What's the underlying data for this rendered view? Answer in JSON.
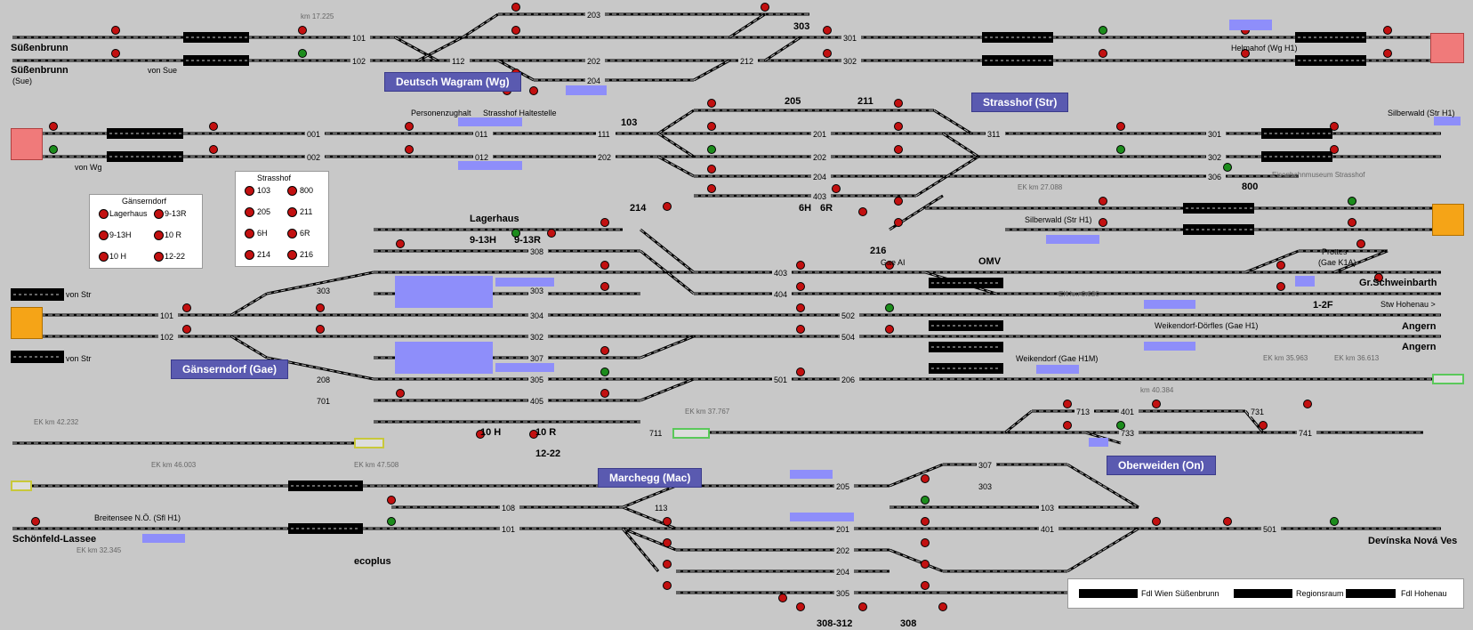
{
  "stations": [
    {
      "name": "Deutsch Wagram (Wg)"
    },
    {
      "name": "Strasshof (Str)"
    },
    {
      "name": "Gänserndorf (Gae)"
    },
    {
      "name": "Marchegg (Mac)"
    },
    {
      "name": "Oberweiden (On)"
    }
  ],
  "places": [
    "Süßenbrunn",
    "Süßenbrunn",
    "(Sue)",
    "von Sue",
    "von Wg",
    "Helmahof (Wg H1)",
    "Silberwald (Str H1)",
    "Silberwald (Str H1)",
    "Personenzughalt",
    "Strasshof Haltestelle",
    "Eisenbahnmuseum Strasshof",
    "Prottes",
    "(Gae K1A)",
    "Gr.Schweinbarth",
    "Stw Hohenau >",
    "Angern",
    "Angern",
    "Weikendorf-Dörfles (Gae H1)",
    "Weikendorf (Gae H1M)",
    "Gae AI",
    "OMV",
    "von Str",
    "von Str",
    "Lagerhaus",
    "Breitensee N.Ö. (Sfl H1)",
    "Schönfeld-Lassee",
    "ecoplus",
    "Devínska Nová Ves",
    "9-13H",
    "9-13R",
    "10 H",
    "10 R",
    "12-22",
    "1-2F",
    "6H",
    "6R",
    "214",
    "216",
    "211",
    "205",
    "103",
    "800",
    "303",
    "308-312",
    "308"
  ],
  "km_markers": [
    "km 17.225",
    "EK km 27.088",
    "EK km 3.020",
    "EK km 35.963",
    "EK km 36.613",
    "EK km 42.232",
    "EK km 37.767",
    "km 40.384",
    "EK km 46.003",
    "EK km 47.508",
    "EK km 32.345"
  ],
  "tracks": [
    "101",
    "102",
    "112",
    "113",
    "203",
    "202",
    "212",
    "204",
    "301",
    "302",
    "001",
    "002",
    "011",
    "012",
    "111",
    "201",
    "204",
    "306",
    "311",
    "305",
    "303",
    "304",
    "307",
    "308",
    "405",
    "403",
    "404",
    "501",
    "502",
    "504",
    "206",
    "208",
    "701",
    "711",
    "713",
    "731",
    "733",
    "741",
    "401",
    "103",
    "108",
    "205"
  ],
  "legend_gaenserndorf": {
    "title": "Gänserndorf",
    "items": [
      "Lagerhaus",
      "9-13R",
      "9-13H",
      "10 R",
      "10 H",
      "12-22"
    ]
  },
  "legend_strasshof": {
    "title": "Strasshof",
    "items": [
      "103",
      "800",
      "205",
      "211",
      "6H",
      "6R",
      "214",
      "216"
    ]
  },
  "bottom_legend": [
    "Fdl Wien Süßenbrunn",
    "Regionsraum",
    "Fdl Hohenau"
  ],
  "colors": {
    "background": "#c8c8c8",
    "track": "#000000",
    "station_box": "#5a5ab0",
    "occupied": "#8e8efa",
    "signal_red": "#c21010",
    "signal_green": "#1c8c1c",
    "end_red": "#f07a7a",
    "end_orange": "#f5a417"
  }
}
